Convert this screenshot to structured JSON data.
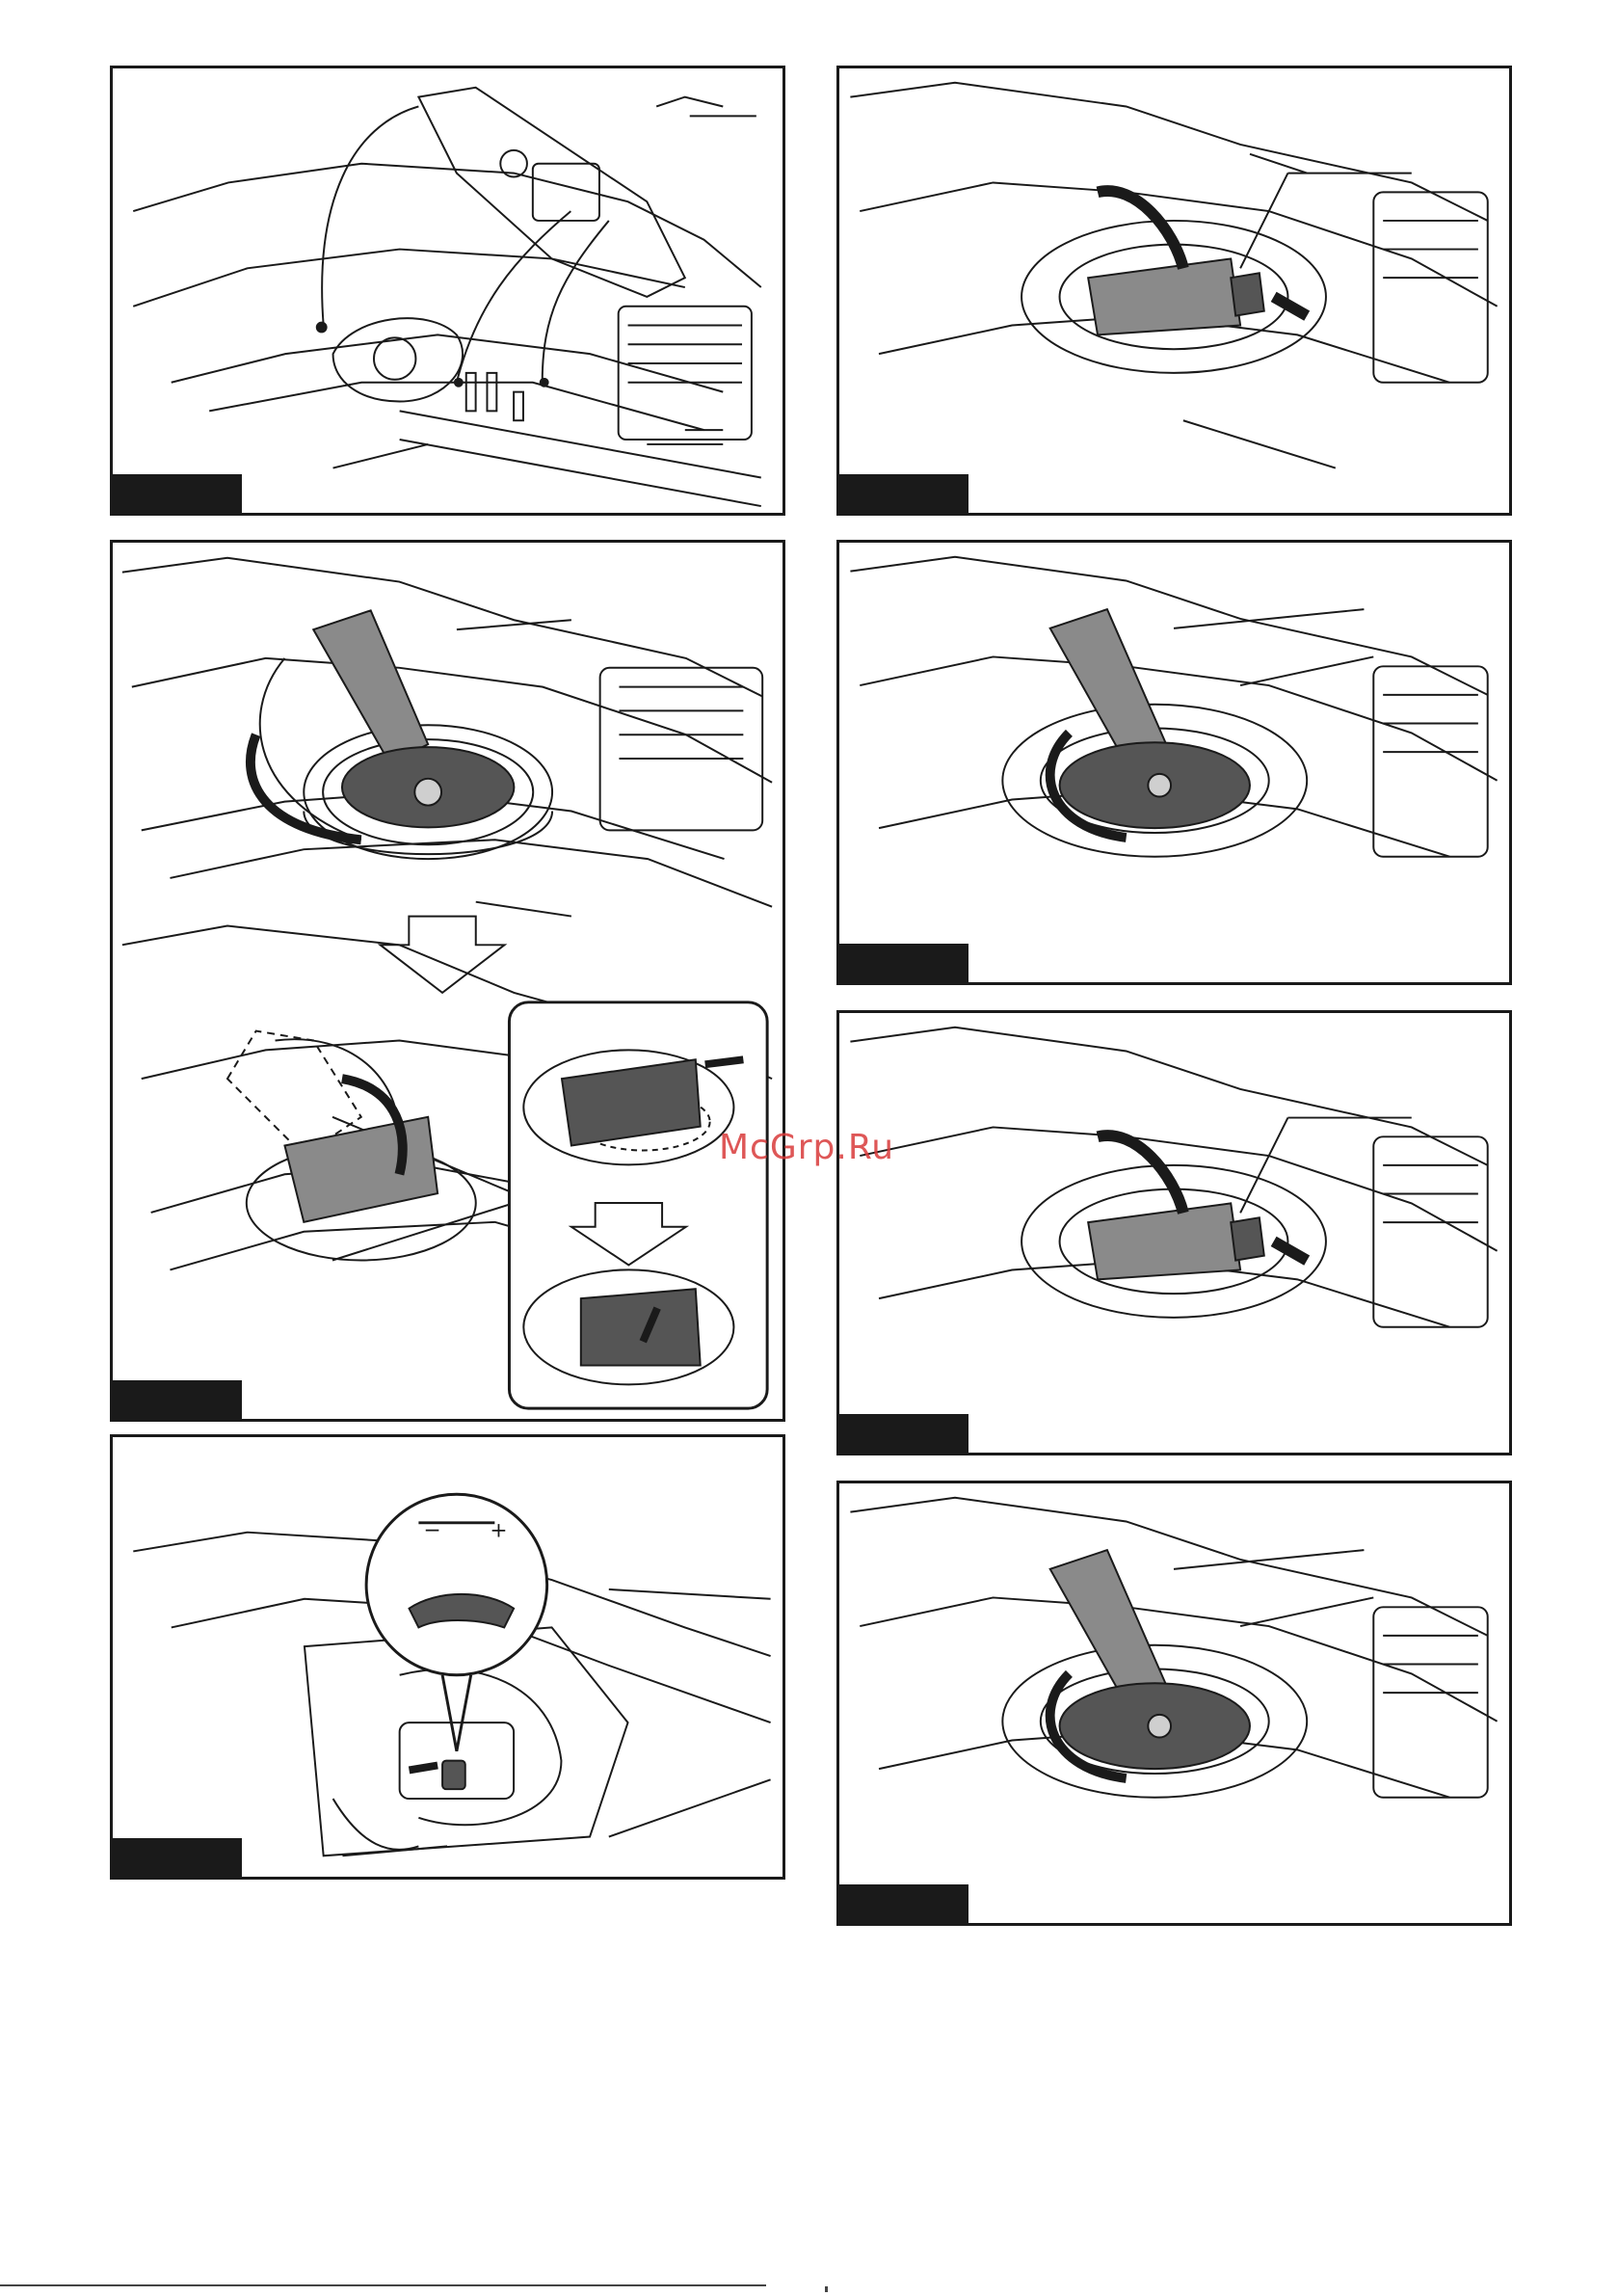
{
  "watermark": {
    "text": "McGrp.Ru",
    "color": "#d93a3a"
  },
  "tension_dial": {
    "minus_label": "−",
    "plus_label": "+"
  },
  "figures": [
    {
      "id": "fig-sprocket-cover",
      "icon": "sprocket-cover-install-illustration"
    },
    {
      "id": "fig-cover-knob-turn",
      "icon": "cover-knob-rotate-illustration"
    },
    {
      "id": "fig-chain-tension",
      "icon": "chain-tension-dial-illustration"
    },
    {
      "id": "fig-knob-lever-lift",
      "icon": "knob-lever-lift-illustration"
    },
    {
      "id": "fig-knob-loosen",
      "icon": "knob-loosen-illustration"
    },
    {
      "id": "fig-knob-lever-lift-2",
      "icon": "knob-lever-lift-illustration"
    },
    {
      "id": "fig-knob-loosen-2",
      "icon": "knob-loosen-illustration"
    }
  ],
  "colors": {
    "line": "#1a1a1a",
    "fill_dark": "#555555",
    "fill_mid": "#8a8a8a",
    "fill_light": "#cfcfcf"
  }
}
